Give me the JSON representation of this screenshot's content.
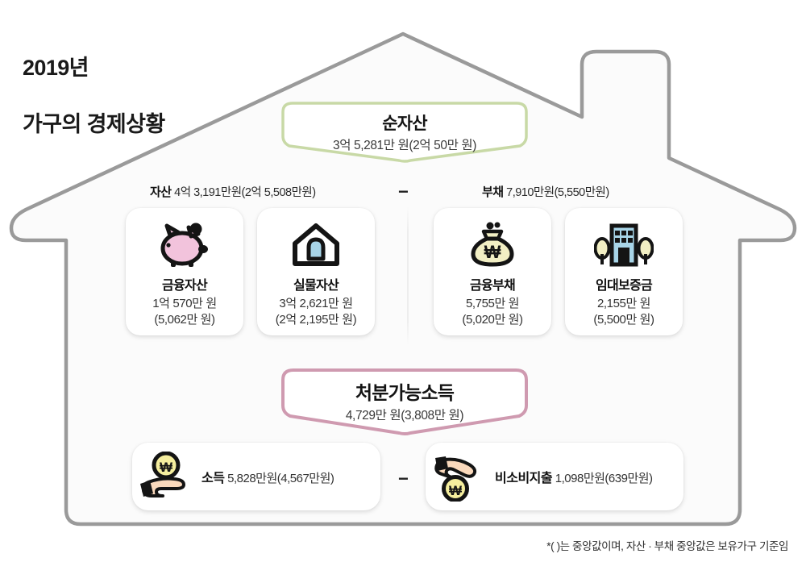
{
  "title": {
    "line1": "2019년",
    "line2": "가구의 경제상황"
  },
  "net_worth": {
    "label": "순자산",
    "value": "3억 5,281만 원(2억 50만 원)",
    "border_color": "#c8d9a6"
  },
  "equation_top": {
    "assets_label": "자산",
    "assets_value": "4억 3,191만원(2억 5,508만원)",
    "operator": "−",
    "debt_label": "부채",
    "debt_value": "7,910만원(5,550만원)"
  },
  "asset_cards": [
    {
      "name": "금융자산",
      "value": "1억 570만 원",
      "median": "(5,062만 원)",
      "icon": "piggy-bank-icon",
      "icon_color": "#f2c3dc"
    },
    {
      "name": "실물자산",
      "value": "3억 2,621만 원",
      "median": "(2억 2,195만 원)",
      "icon": "house-icon",
      "icon_color": "#a8d5e8"
    }
  ],
  "debt_cards": [
    {
      "name": "금융부채",
      "value": "5,755만 원",
      "median": "(5,020만 원)",
      "icon": "money-bag-icon",
      "icon_color": "#f2efc4"
    },
    {
      "name": "임대보증금",
      "value": "2,155만 원",
      "median": "(5,500만 원)",
      "icon": "apartment-building-icon",
      "icon_color": "#a8d5e8"
    }
  ],
  "disposable_income": {
    "label": "처분가능소득",
    "value": "4,729만 원(3,808만 원)",
    "border_color": "#cf9ab0"
  },
  "equation_bottom": {
    "income_label": "소득",
    "income_value": "5,828만원(4,567만원)",
    "operator": "−",
    "nonexp_label": "비소비지출",
    "nonexp_value": "1,098만원(639만원)",
    "income_icon": "hand-receiving-coin-icon",
    "nonexp_icon": "hand-dropping-coin-icon",
    "coin_color": "#f5ee9e",
    "skin_color": "#fad9bc"
  },
  "footnote": "*( )는 중앙값이며, 자산 · 부채 중앙값은 보유가구 기준임",
  "house_outline_color": "#9a9a9a"
}
